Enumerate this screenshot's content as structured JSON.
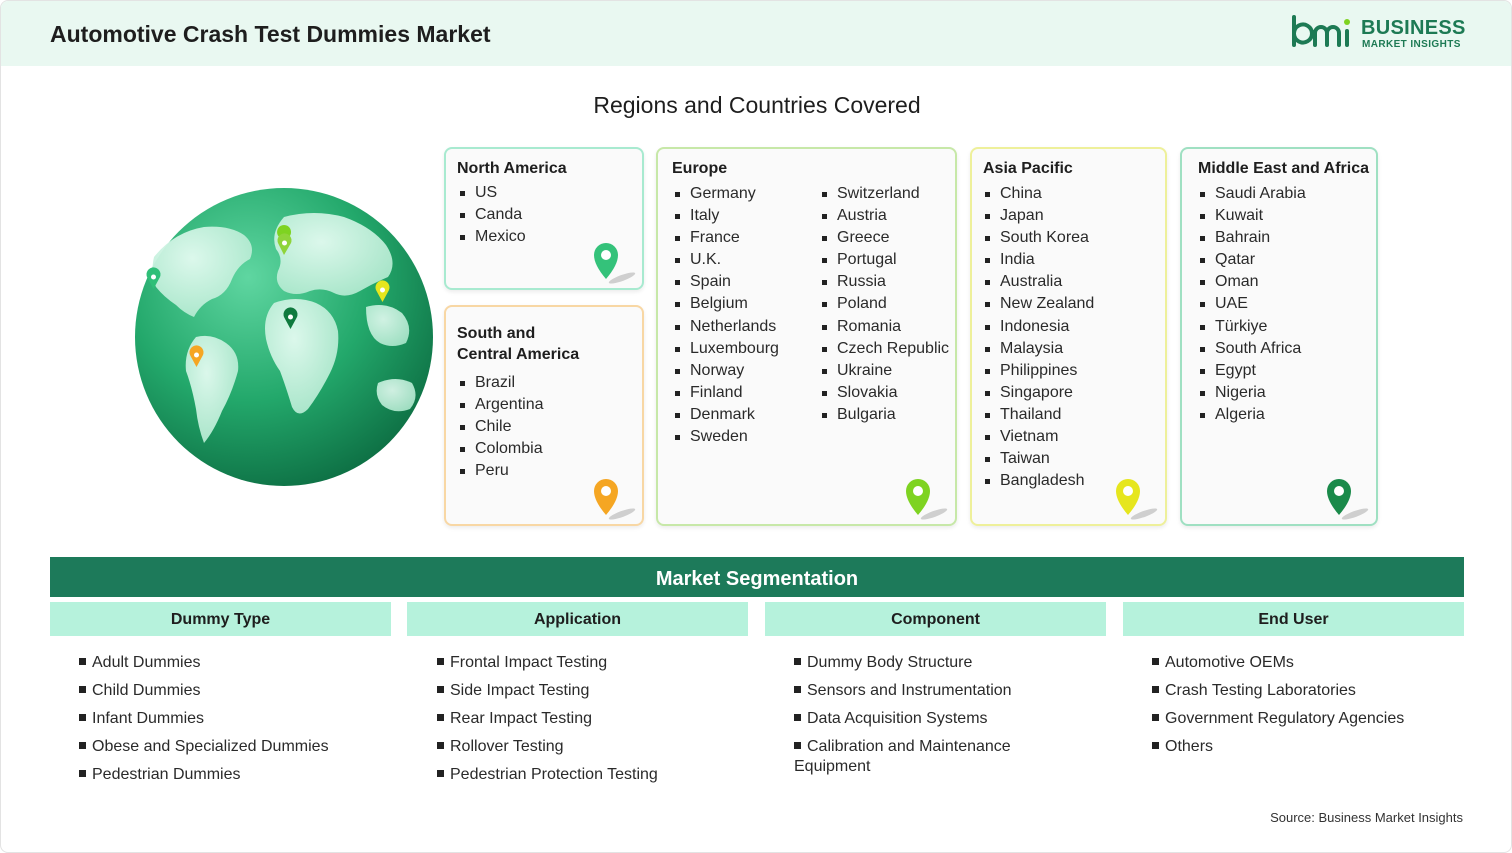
{
  "header": {
    "title": "Automotive Crash Test Dummies Market",
    "logo_line1": "BUSINESS",
    "logo_line2": "MARKET INSIGHTS"
  },
  "regions_title": "Regions and Countries Covered",
  "regions": {
    "north_america": {
      "title": "North America",
      "countries": [
        "US",
        "Canda",
        "Mexico"
      ],
      "pin_color": "#34c27a"
    },
    "south_central_america": {
      "title": "South and Central America",
      "title_lines": [
        "South and",
        "Central America"
      ],
      "countries": [
        "Brazil",
        "Argentina",
        "Chile",
        "Colombia",
        "Peru"
      ],
      "pin_color": "#f5a623"
    },
    "europe": {
      "title": "Europe",
      "countries_col1": [
        "Germany",
        "Italy",
        "France",
        "U.K.",
        "Spain",
        "Belgium",
        "Netherlands",
        "Luxembourg",
        "Norway",
        "Finland",
        "Denmark",
        "Sweden"
      ],
      "countries_col2": [
        "Switzerland",
        "Austria",
        "Greece",
        "Portugal",
        "Russia",
        "Poland",
        "Romania",
        "Czech Republic",
        "Ukraine",
        "Slovakia",
        "Bulgaria"
      ],
      "pin_color": "#7ed321"
    },
    "asia_pacific": {
      "title": "Asia Pacific",
      "countries": [
        "China",
        "Japan",
        "South Korea",
        "India",
        "Australia",
        "New Zealand",
        "Indonesia",
        "Malaysia",
        "Philippines",
        "Singapore",
        "Thailand",
        "Vietnam",
        "Taiwan",
        "Bangladesh"
      ],
      "pin_color": "#e6e61e"
    },
    "middle_east_africa": {
      "title": "Middle East and Africa",
      "countries": [
        "Saudi Arabia",
        "Kuwait",
        "Bahrain",
        "Qatar",
        "Oman",
        "UAE",
        "Türkiye",
        "South Africa",
        "Egypt",
        "Nigeria",
        "Algeria"
      ],
      "pin_color": "#1a8a4a"
    }
  },
  "segmentation": {
    "title": "Market Segmentation",
    "columns": [
      {
        "heading": "Dummy Type",
        "items": [
          "Adult Dummies",
          "Child Dummies",
          "Infant Dummies",
          "Obese and Specialized Dummies",
          "Pedestrian Dummies"
        ]
      },
      {
        "heading": "Application",
        "items": [
          "Frontal Impact Testing",
          "Side Impact Testing",
          "Rear Impact Testing",
          "Rollover Testing",
          "Pedestrian Protection Testing"
        ]
      },
      {
        "heading": "Component",
        "items": [
          "Dummy Body Structure",
          "Sensors and Instrumentation",
          "Data Acquisition Systems",
          "Calibration and Maintenance Equipment"
        ]
      },
      {
        "heading": "End User",
        "items": [
          "Automotive OEMs",
          "Crash Testing Laboratories",
          "Government Regulatory Agencies",
          "Others"
        ]
      }
    ]
  },
  "source": "Source: Business Market Insights",
  "colors": {
    "brand_green": "#1d7a5a",
    "header_bg": "#e9f8f1",
    "seg_head_bg": "#b6f2dc"
  }
}
